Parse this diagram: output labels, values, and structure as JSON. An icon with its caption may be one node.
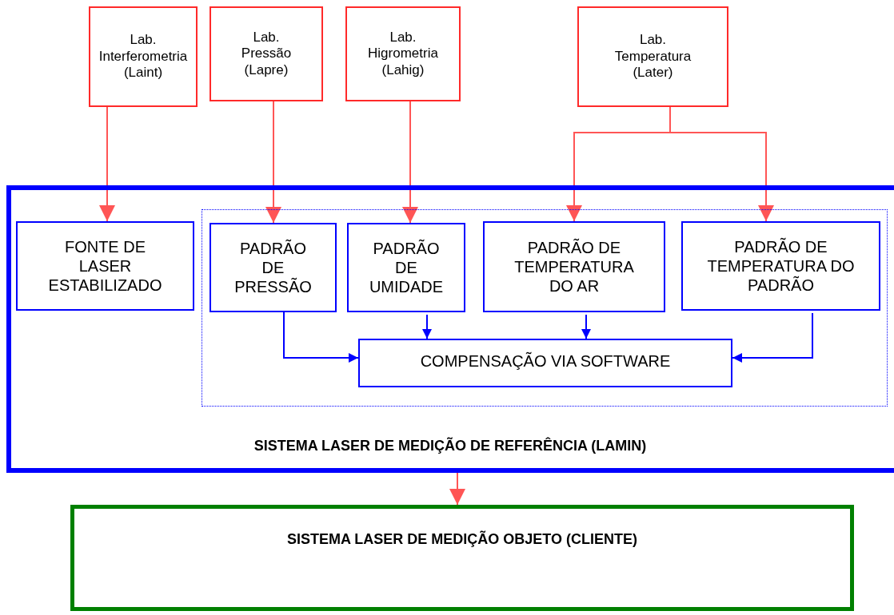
{
  "diagram": {
    "nodes": [
      {
        "text": [
          "Lab. Interferometria (Laint)"
        ]
      },
      {
        "text": [
          "Lab. Pressão (Lapre)"
        ]
      },
      {
        "text": [
          "Lab. Higrometria (Lahig)"
        ]
      },
      {
        "text": [
          "Lab. Temperatura (Later)"
        ]
      },
      {
        "text": [
          "SISTEMA LASER DE MEDIÇÃO DE REFERÊNCIA (LAMIN)"
        ]
      },
      {
        "text": [
          "FONTE DE LASER ESTABILIZADO"
        ],
        "in": 4
      },
      {
        "text": [],
        "shape": "box",
        "in": 4
      },
      {
        "text": [
          "PADRÃO DE PRESSÃO"
        ],
        "in": 6
      },
      {
        "text": [
          "PADRÃO DE UMIDADE"
        ],
        "in": 6
      },
      {
        "text": [
          "PADRÃO DE TEMPERATURA DO AR"
        ],
        "in": 6
      },
      {
        "text": [
          "PADRÃO DE TEMPERATURA DO PADRÃO"
        ],
        "in": 6
      },
      {
        "text": [
          "COMPENSAÇÃO VIA SOFTWARE"
        ],
        "in": 6
      },
      {
        "text": [
          "SISTEMA LASER DE MEDIÇÃO OBJETO (CLIENTE)"
        ]
      }
    ],
    "edges": [
      {
        "from": 0,
        "to": 5,
        "arrow": "to"
      },
      {
        "from": 1,
        "to": 7,
        "arrow": "to"
      },
      {
        "from": 2,
        "to": 8,
        "arrow": "to"
      },
      {
        "from": 3,
        "to": 9,
        "arrow": "to"
      },
      {
        "from": 3,
        "to": 10,
        "arrow": "to"
      },
      {
        "from": 4,
        "to": 12,
        "arrow": "to"
      },
      {
        "from": 7,
        "to": 11,
        "arrow": "to",
        "color": "#0000ff"
      },
      {
        "from": 8,
        "to": 11,
        "arrow": "to",
        "color": "#0000ff"
      },
      {
        "from": 9,
        "to": 11,
        "arrow": "to",
        "color": "#0000ff"
      },
      {
        "from": 10,
        "to": 11,
        "arrow": "to",
        "color": "#0000ff"
      }
    ]
  }
}
